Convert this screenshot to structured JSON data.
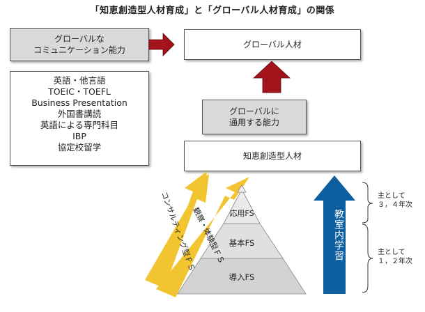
{
  "title": "「知恵創造型人材育成」と「グローバル人材育成」の関係",
  "global_skill_box": [
    "グローバルな",
    "コミュニケーション能力"
  ],
  "global_talent_box": "グローバル人材",
  "global_ability_box": [
    "グローバルに",
    "通用する能力"
  ],
  "wisdom_talent_box": "知恵創造型人材",
  "skills_list": [
    "英語・他言語",
    "TOEIC・TOEFL",
    "Business Presentation",
    "外国書講読",
    "英語による専門科目",
    "IBP",
    "協定校留学"
  ],
  "pyramid": {
    "top": "応用FS",
    "middle": "基本FS",
    "bottom": "導入FS"
  },
  "diagonal_arrows": [
    "コンサルティング型ＦＳ",
    "観察・体験型ＦＳ"
  ],
  "classroom_arrow": "教室内学習",
  "year_notes": [
    [
      "主として",
      "３，４年次"
    ],
    [
      "主として",
      "１，２年次"
    ]
  ],
  "colors": {
    "dark_red": "#a3131c",
    "yellow": "#f2c530",
    "blue": "#0d5fa0",
    "gray_fill": "#d9d9d9"
  }
}
